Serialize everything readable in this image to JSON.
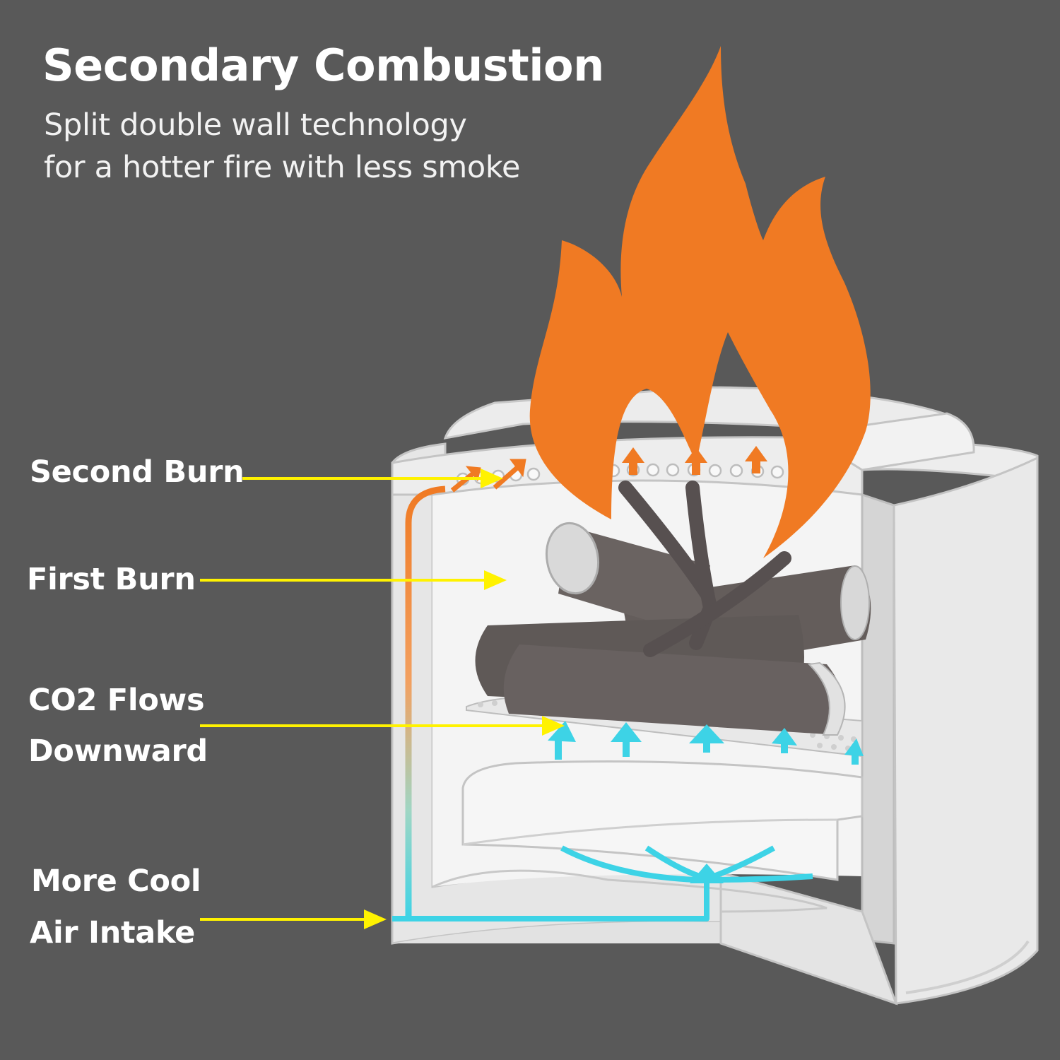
{
  "title": "Secondary Combustion",
  "subtitle": {
    "line1": "Split double wall technology",
    "line2": "for a hotter fire with less smoke"
  },
  "labels": {
    "second_burn": "Second Burn",
    "first_burn": "First Burn",
    "co2_line1": "CO2 Flows",
    "co2_line2": "Downward",
    "cool_air_line1": "More Cool",
    "cool_air_line2": "Air Intake"
  },
  "colors": {
    "background": "#595959",
    "flame": "#F07A23",
    "pointer_arrow": "#FFF200",
    "cool_air": "#3DD3E6",
    "stove_body": "#E9E9E9",
    "logs": "#6E6866"
  }
}
